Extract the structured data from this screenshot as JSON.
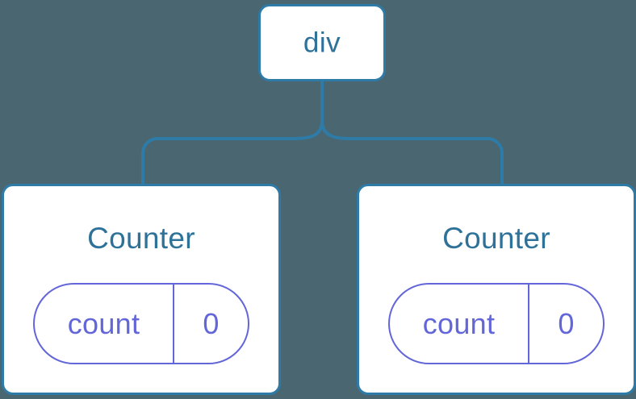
{
  "diagram": {
    "type": "component-tree",
    "background_color": "#4a6670",
    "node_border_color": "#2e7ba8",
    "node_title_color": "#2e7199",
    "state_color": "#6366d8",
    "connector_color": "#2e7ba8",
    "root": {
      "label": "div"
    },
    "children": [
      {
        "label": "Counter",
        "state": {
          "key": "count",
          "value": "0"
        }
      },
      {
        "label": "Counter",
        "state": {
          "key": "count",
          "value": "0"
        }
      }
    ]
  }
}
